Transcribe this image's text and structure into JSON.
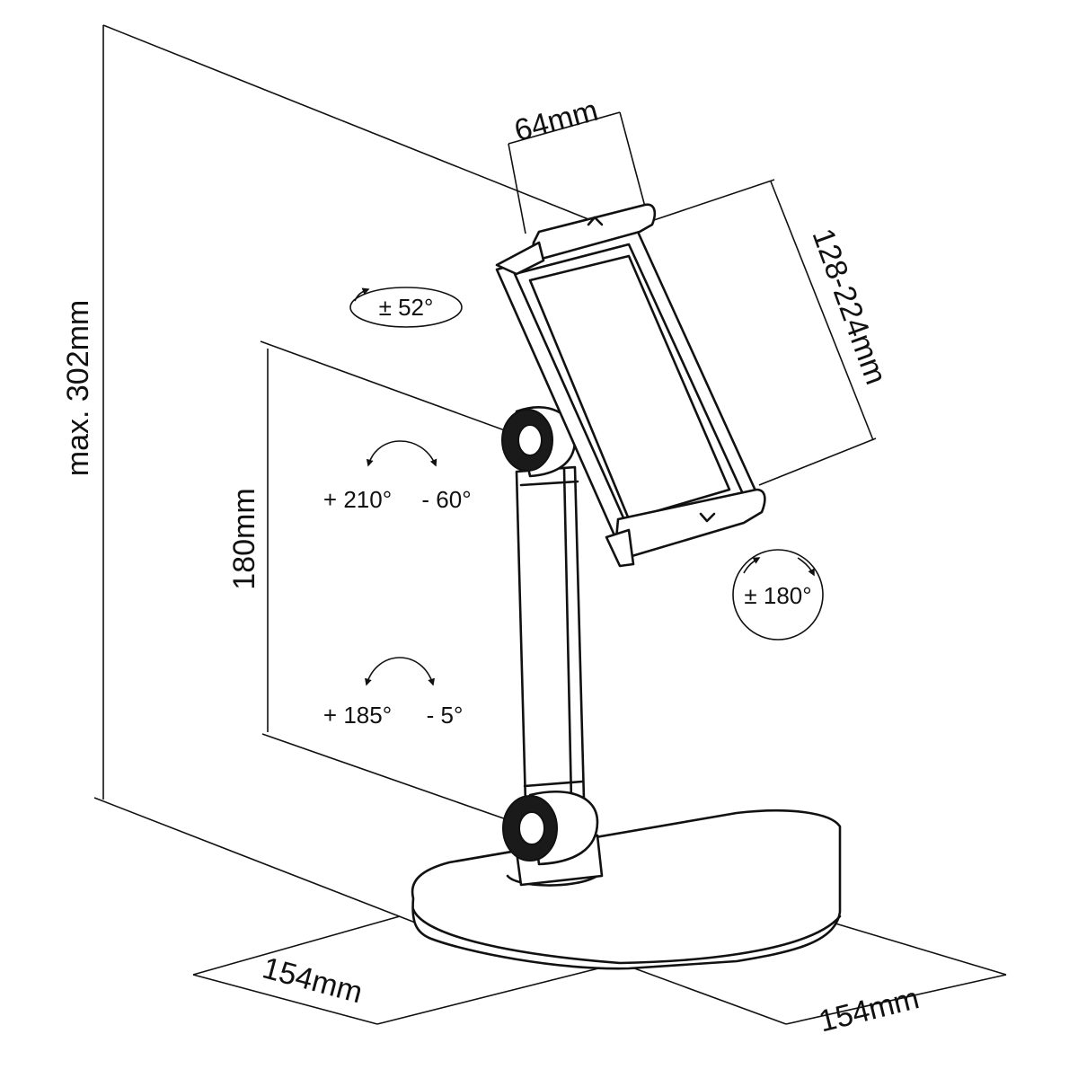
{
  "dimensions": {
    "clamp_depth": "64mm",
    "clamp_range": "128-224mm",
    "max_height": "max. 302mm",
    "arm_length": "180mm",
    "base_depth": "154mm",
    "base_width": "154mm"
  },
  "rotations": {
    "swivel": "± 52°",
    "upper_joint_up": "+ 210°",
    "upper_joint_down": "- 60°",
    "holder_rotate": "± 180°",
    "lower_joint_up": "+ 185°",
    "lower_joint_down": "- 5°"
  },
  "colors": {
    "line": "#111111",
    "background": "#ffffff"
  }
}
